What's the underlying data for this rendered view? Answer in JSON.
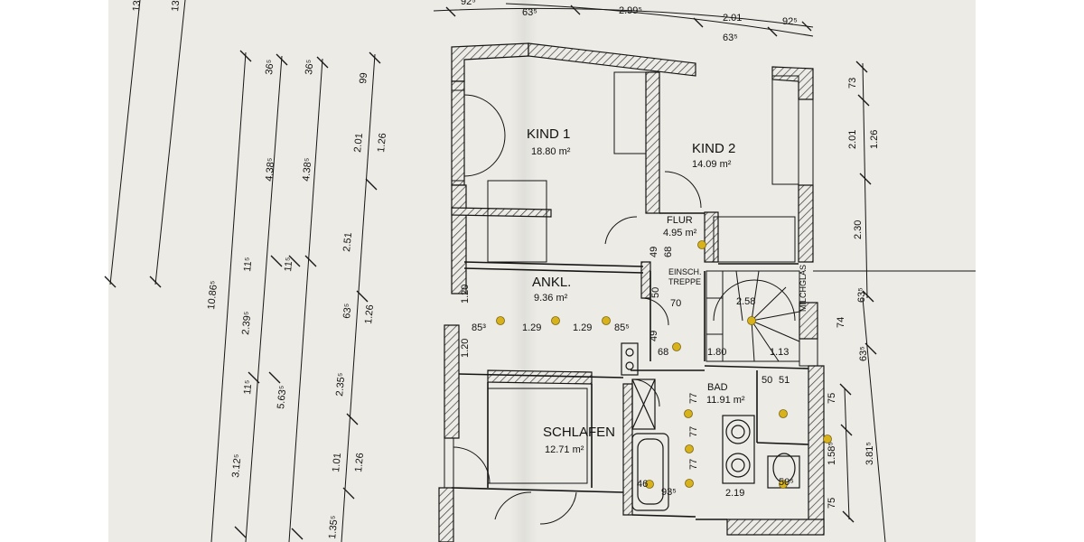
{
  "colors": {
    "paper": "#ecebe6",
    "ink": "#151515",
    "hatch": "#3a3a3a",
    "lamp": "#d8b21a",
    "background": "#ffffff"
  },
  "rooms": {
    "kind1": {
      "name": "KIND 1",
      "area": "18.80 m²"
    },
    "kind2": {
      "name": "KIND 2",
      "area": "14.09 m²"
    },
    "flur": {
      "name": "FLUR",
      "area": "4.95 m²"
    },
    "ankl": {
      "name": "ANKL.",
      "area": "9.36 m²"
    },
    "schlafen": {
      "name": "SCHLAFEN",
      "area": "12.71 m²"
    },
    "bad": {
      "name": "BAD",
      "area": "11.91 m²"
    },
    "treppe": {
      "line1": "EINSCH.",
      "line2": "TREPPE"
    },
    "milchglas": "MILCHGLAS"
  },
  "top_dims": [
    "92⁵",
    "63⁵",
    "2.99⁵",
    "2.01",
    "92⁵",
    "63⁵"
  ],
  "left_dims": [
    "13",
    "13",
    "36⁵",
    "36⁵",
    "4.38⁵",
    "4.38⁵",
    "99",
    "2.01",
    "1.26",
    "10.86⁵",
    "11⁵",
    "11⁵",
    "2.51",
    "63⁵",
    "1.26",
    "2.39⁵",
    "11⁵",
    "5.63⁵",
    "2.35⁵",
    "3.12⁵",
    "1.01",
    "1.26",
    "1.35⁵"
  ],
  "right_dims": [
    "73",
    "2.01",
    "1.26",
    "2.30",
    "63⁵",
    "74",
    "63⁵",
    "75",
    "1.58⁵",
    "3.81⁵",
    "75"
  ],
  "inner_dims": [
    "1.20",
    "85³",
    "1.29",
    "1.29",
    "85⁵",
    "1.20",
    "49",
    "68",
    "50",
    "70",
    "2.58",
    "1.80",
    "1.13",
    "49",
    "68",
    "50",
    "51",
    "77",
    "77",
    "77",
    "46",
    "93⁵",
    "2.19",
    "50⁵"
  ]
}
